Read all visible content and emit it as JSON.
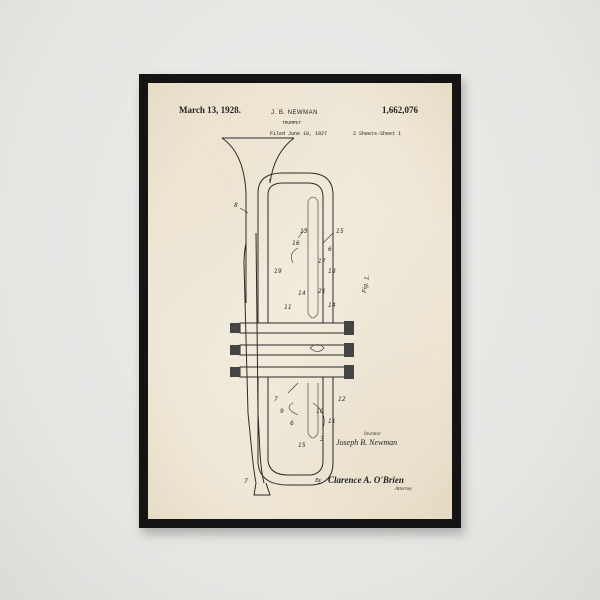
{
  "patent": {
    "date": "March 13, 1928.",
    "number": "1,662,076",
    "inventor_header": "J. B. NEWMAN",
    "title": "TRUMPET",
    "filed": "Filed June 10, 1927",
    "sheets": "2 Sheets-Sheet 1",
    "figure_label": "Fig. 1.",
    "inventor_role": "Inventor",
    "inventor_name": "Joseph B. Newman",
    "by": "By",
    "attorney_signature": "Clarence A. O'Brien",
    "attorney_role": "Attorney",
    "reference_numerals": [
      "8",
      "13",
      "16",
      "15",
      "6",
      "18",
      "19",
      "17",
      "21",
      "14",
      "11",
      "14",
      "7",
      "12",
      "9",
      "6",
      "11",
      "10",
      "15",
      "3",
      "7"
    ]
  },
  "colors": {
    "wall": "#e9e8e6",
    "frame": "#141414",
    "paper": "#f4efe2",
    "ink": "#222222"
  }
}
